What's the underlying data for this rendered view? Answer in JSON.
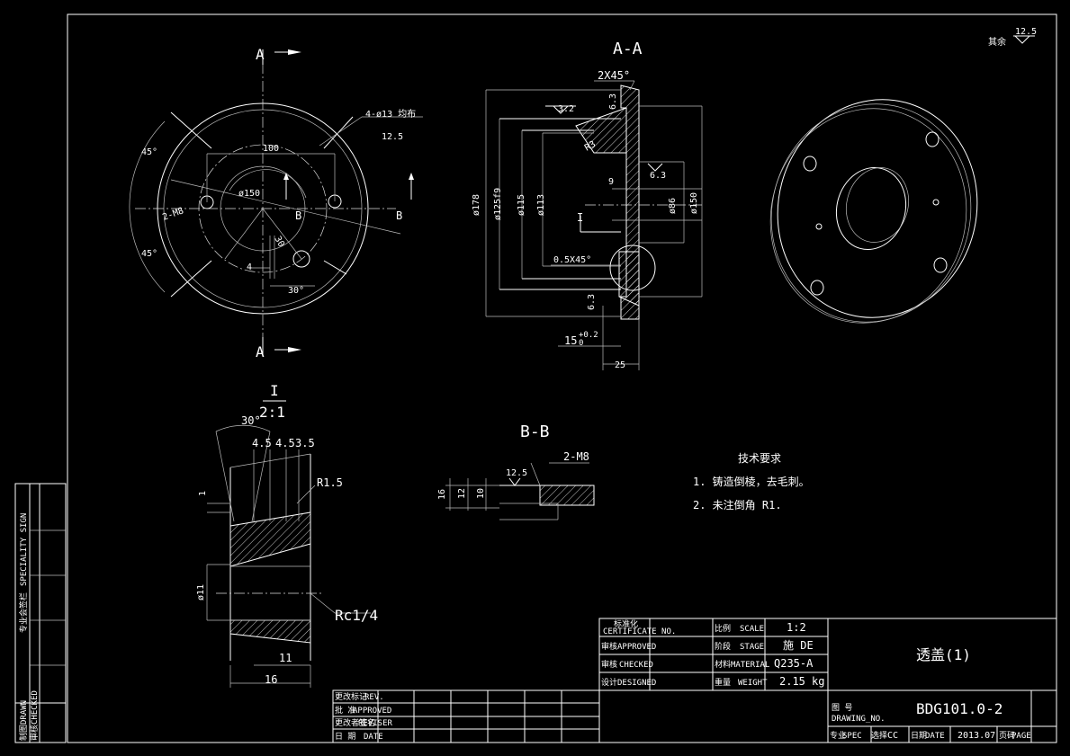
{
  "view_labels": {
    "section_a": "A-A",
    "section_b": "B-B",
    "cut_a": "A",
    "cut_b": "B",
    "detail_mark": "I",
    "detail_scale": "2:1"
  },
  "roughness_note": {
    "label": "其余",
    "value": "12.5"
  },
  "front_view": {
    "holes_note": "4-ø13 均布",
    "holes_roughness": "12.5",
    "dim_100": "100",
    "dim_d150": "ø150",
    "thread_holes": "2-M8",
    "angle_45_top": "45°",
    "angle_45_bottom": "45°",
    "angle_30": "30°",
    "dim_4": "4",
    "dim_30": "30"
  },
  "section_aa": {
    "chamfer": "2X45°",
    "roughness_63_top": "6.3",
    "roughness_32": "3.2",
    "radius_r3": "R3",
    "dim_d178": "ø178",
    "dim_d125": "ø125f9",
    "dim_d115": "ø115",
    "dim_d113": "ø113",
    "dim_9": "9",
    "roughness_63_mid": "6.3",
    "dim_d86": "ø86",
    "dim_d150": "ø150",
    "detail_ref": "I",
    "chamfer_05": "0.5X45°",
    "roughness_63_bottom": "6.3",
    "dim_15": "15",
    "dim_15_tol": "+0.2",
    "dim_15_tol_low": "0",
    "dim_25": "25"
  },
  "detail_view": {
    "angle_30": "30°",
    "dim_45a": "4.5",
    "dim_45b": "4.5",
    "dim_35": "3.5",
    "dim_1": "1",
    "radius_r15": "R1.5",
    "dim_d11": "ø11",
    "thread_rc": "Rc1/4",
    "dim_11": "11",
    "dim_16": "16"
  },
  "section_bb": {
    "thread": "2-M8",
    "roughness": "12.5",
    "dim_16": "16",
    "dim_12": "12",
    "dim_10": "10"
  },
  "tech_requirements": {
    "title": "技术要求",
    "items": [
      "1. 铸造倒棱，去毛刺。",
      "2. 未注倒角 R1."
    ]
  },
  "title_block": {
    "certificate_cn": "标准化",
    "certificate_en": "CERTIFICATE NO.",
    "approved_cn": "审核",
    "approved_en": "APPROVED",
    "checked_cn": "审核",
    "checked_en": "CHECKED",
    "designed_cn": "设计",
    "designed_en": "DESIGNED",
    "scale_cn": "比例",
    "scale_en": "SCALE",
    "scale_value": "1:2",
    "stage_cn": "阶段",
    "stage_en": "STAGE",
    "stage_value": "施 DE",
    "material_cn": "材料",
    "material_en": "MATERIAL",
    "material_value": "Q235-A",
    "weight_cn": "重量",
    "weight_en": "WEIGHT",
    "weight_value": "2.15",
    "weight_unit": "kg",
    "part_name": "透盖(1)",
    "drawing_no_cn": "图  号",
    "drawing_no_en": "DRAWING_NO.",
    "drawing_no": "BDG101.0-2",
    "spec_cn": "专业",
    "spec_en": "SPEC",
    "spec_value": "选择",
    "spec_code": "CC",
    "date_cn": "日期",
    "date_en": "DATE",
    "date_value": "2013.07",
    "page_cn": "页码",
    "page_en": "PAGE"
  },
  "revision_block": {
    "rev_cn": "更改标记",
    "rev_en": "REV.",
    "approval_cn": "批  准",
    "approval_en": "APPROVED",
    "reviser_cn": "更改者签名",
    "reviser_en": "REVISER",
    "date_cn": "日  期",
    "date_en": "DATE"
  },
  "side_strip": {
    "speciality": "SPECIALITY SIGN",
    "speciality_cn": "专业会签栏",
    "drawn_cn": "制图",
    "drawn_en": "DRAWN",
    "checked_cn": "审核",
    "checked_en": "CHECKED"
  }
}
